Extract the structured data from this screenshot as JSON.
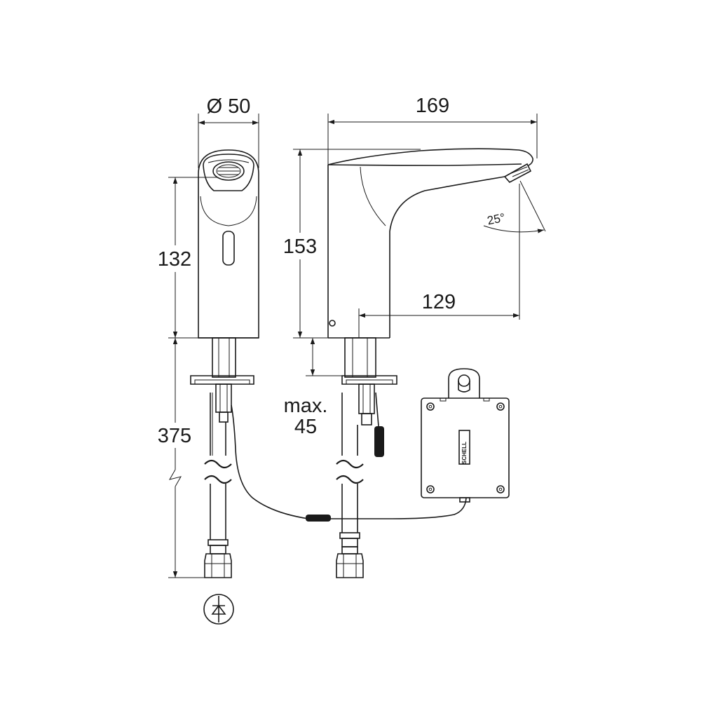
{
  "dimensions": {
    "diameter": "Ø 50",
    "height_front": "132",
    "hose_length": "375",
    "total_depth": "169",
    "height_side": "153",
    "spout_reach": "129",
    "angle": "25°",
    "max_label": "max.",
    "max_value": "45"
  },
  "control_box": {
    "brand_text": "SCHELL"
  },
  "colors": {
    "line": "#1a1a1a",
    "background": "#ffffff"
  }
}
